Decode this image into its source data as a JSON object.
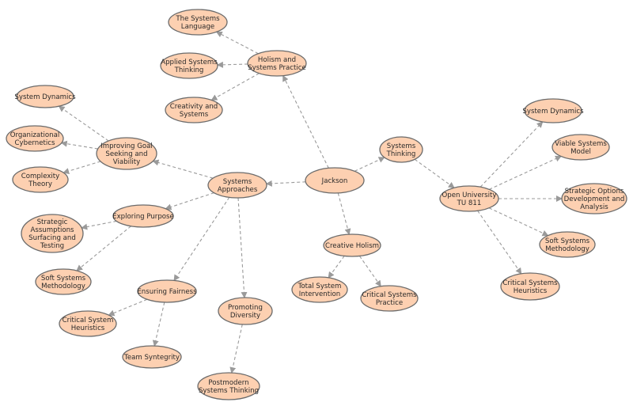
{
  "diagram": {
    "nodes": [
      {
        "id": "jackson",
        "lines": [
          "Jackson"
        ]
      },
      {
        "id": "systems-thinking",
        "lines": [
          "Systems",
          "Thinking"
        ]
      },
      {
        "id": "open-university",
        "lines": [
          "Open University",
          "TU 811"
        ]
      },
      {
        "id": "ou-system-dynamics",
        "lines": [
          "System Dynamics"
        ]
      },
      {
        "id": "viable-systems-model",
        "lines": [
          "Viable Systems",
          "Model"
        ]
      },
      {
        "id": "strategic-options",
        "lines": [
          "Strategic Options",
          "Development and",
          "Analysis"
        ]
      },
      {
        "id": "ou-soft-systems",
        "lines": [
          "Soft Systems",
          "Methodology"
        ]
      },
      {
        "id": "ou-critical-systems-heuristics",
        "lines": [
          "Critical Systems",
          "Heuristics"
        ]
      },
      {
        "id": "holism-systems-practice",
        "lines": [
          "Holism and",
          "Systems Practice"
        ]
      },
      {
        "id": "systems-language",
        "lines": [
          "The Systems",
          "Language"
        ]
      },
      {
        "id": "applied-systems-thinking",
        "lines": [
          "Applied Systems",
          "Thinking"
        ]
      },
      {
        "id": "creativity-and-systems",
        "lines": [
          "Creativity and",
          "Systems"
        ]
      },
      {
        "id": "systems-approaches",
        "lines": [
          "Systems",
          "Approaches"
        ]
      },
      {
        "id": "improving-goal-seeking",
        "lines": [
          "Improving Goal",
          "Seeking and",
          "Viability"
        ]
      },
      {
        "id": "system-dynamics",
        "lines": [
          "System Dynamics"
        ]
      },
      {
        "id": "organizational-cybernetics",
        "lines": [
          "Organizational",
          "Cybernetics"
        ]
      },
      {
        "id": "complexity-theory",
        "lines": [
          "Complexity",
          "Theory"
        ]
      },
      {
        "id": "exploring-purpose",
        "lines": [
          "Exploring Purpose"
        ]
      },
      {
        "id": "sast",
        "lines": [
          "Strategic",
          "Assumptions",
          "Surfacing and",
          "Testing"
        ]
      },
      {
        "id": "soft-systems-methodology",
        "lines": [
          "Soft Systems",
          "Methodology"
        ]
      },
      {
        "id": "ensuring-fairness",
        "lines": [
          "Ensuring Fairness"
        ]
      },
      {
        "id": "critical-system-heuristics",
        "lines": [
          "Critical System",
          "Heuristics"
        ]
      },
      {
        "id": "team-syntegrity",
        "lines": [
          "Team Syntegrity"
        ]
      },
      {
        "id": "promoting-diversity",
        "lines": [
          "Promoting",
          "Diversity"
        ]
      },
      {
        "id": "postmodern-systems-thinking",
        "lines": [
          "Postmodern",
          "Systems Thinking"
        ]
      },
      {
        "id": "creative-holism",
        "lines": [
          "Creative Holism"
        ]
      },
      {
        "id": "total-system-intervention",
        "lines": [
          "Total System",
          "Intervention"
        ]
      },
      {
        "id": "critical-systems-practice",
        "lines": [
          "Critical Systems",
          "Practice"
        ]
      }
    ],
    "edges": [
      [
        "jackson",
        "systems-thinking"
      ],
      [
        "systems-thinking",
        "open-university"
      ],
      [
        "open-university",
        "ou-system-dynamics"
      ],
      [
        "open-university",
        "viable-systems-model"
      ],
      [
        "open-university",
        "strategic-options"
      ],
      [
        "open-university",
        "ou-soft-systems"
      ],
      [
        "open-university",
        "ou-critical-systems-heuristics"
      ],
      [
        "jackson",
        "holism-systems-practice"
      ],
      [
        "holism-systems-practice",
        "systems-language"
      ],
      [
        "holism-systems-practice",
        "applied-systems-thinking"
      ],
      [
        "holism-systems-practice",
        "creativity-and-systems"
      ],
      [
        "jackson",
        "systems-approaches"
      ],
      [
        "systems-approaches",
        "improving-goal-seeking"
      ],
      [
        "improving-goal-seeking",
        "system-dynamics"
      ],
      [
        "improving-goal-seeking",
        "organizational-cybernetics"
      ],
      [
        "improving-goal-seeking",
        "complexity-theory"
      ],
      [
        "systems-approaches",
        "exploring-purpose"
      ],
      [
        "exploring-purpose",
        "sast"
      ],
      [
        "exploring-purpose",
        "soft-systems-methodology"
      ],
      [
        "systems-approaches",
        "ensuring-fairness"
      ],
      [
        "ensuring-fairness",
        "critical-system-heuristics"
      ],
      [
        "ensuring-fairness",
        "team-syntegrity"
      ],
      [
        "systems-approaches",
        "promoting-diversity"
      ],
      [
        "promoting-diversity",
        "postmodern-systems-thinking"
      ],
      [
        "jackson",
        "creative-holism"
      ],
      [
        "creative-holism",
        "total-system-intervention"
      ],
      [
        "creative-holism",
        "critical-systems-practice"
      ]
    ]
  }
}
